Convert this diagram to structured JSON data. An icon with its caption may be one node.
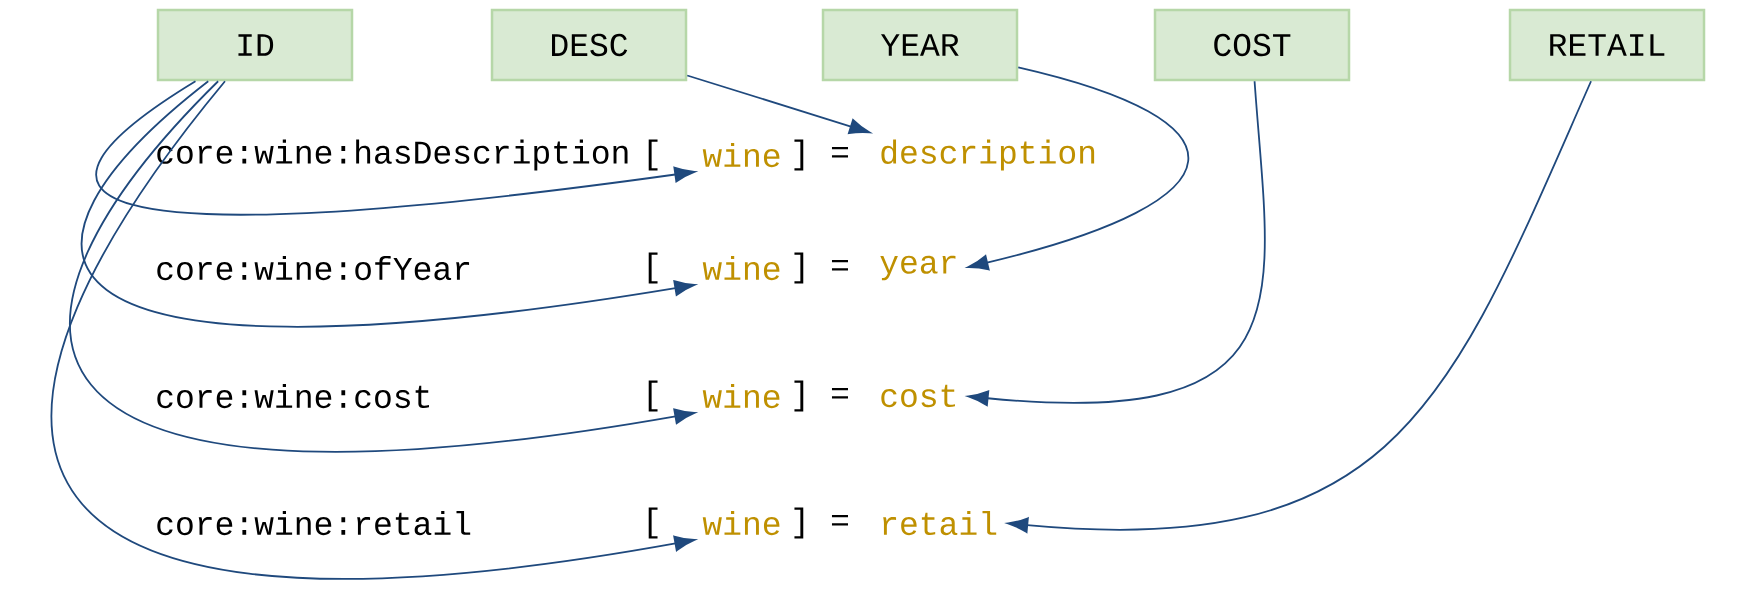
{
  "diagram": {
    "nodes": [
      {
        "text": [
          "ID"
        ]
      },
      {
        "text": [
          "DESC"
        ]
      },
      {
        "text": [
          "YEAR"
        ]
      },
      {
        "text": [
          "COST"
        ]
      },
      {
        "text": [
          "RETAIL"
        ]
      },
      {
        "text": [
          "wine"
        ]
      },
      {
        "text": [
          "description"
        ]
      },
      {
        "text": [
          "wine"
        ]
      },
      {
        "text": [
          "year"
        ]
      },
      {
        "text": [
          "wine"
        ]
      },
      {
        "text": [
          "cost"
        ]
      },
      {
        "text": [
          "wine"
        ]
      },
      {
        "text": [
          "retail"
        ]
      }
    ],
    "edges": [
      {
        "from": 0,
        "to": 5,
        "arrow": "to"
      },
      {
        "from": 0,
        "to": 7,
        "arrow": "to"
      },
      {
        "from": 0,
        "to": 9,
        "arrow": "to"
      },
      {
        "from": 0,
        "to": 11,
        "arrow": "to"
      },
      {
        "from": 1,
        "to": 6,
        "arrow": "to"
      },
      {
        "from": 2,
        "to": 8,
        "arrow": "to"
      },
      {
        "from": 3,
        "to": 10,
        "arrow": "to"
      },
      {
        "from": 4,
        "to": 12,
        "arrow": "to"
      }
    ],
    "labels": [
      "core:wine:hasDescription",
      "[",
      "]",
      "=",
      "core:wine:ofYear",
      "[",
      "]",
      "=",
      "core:wine:cost",
      "[",
      "]",
      "=",
      "core:wine:retail",
      "[",
      "]",
      "="
    ]
  }
}
